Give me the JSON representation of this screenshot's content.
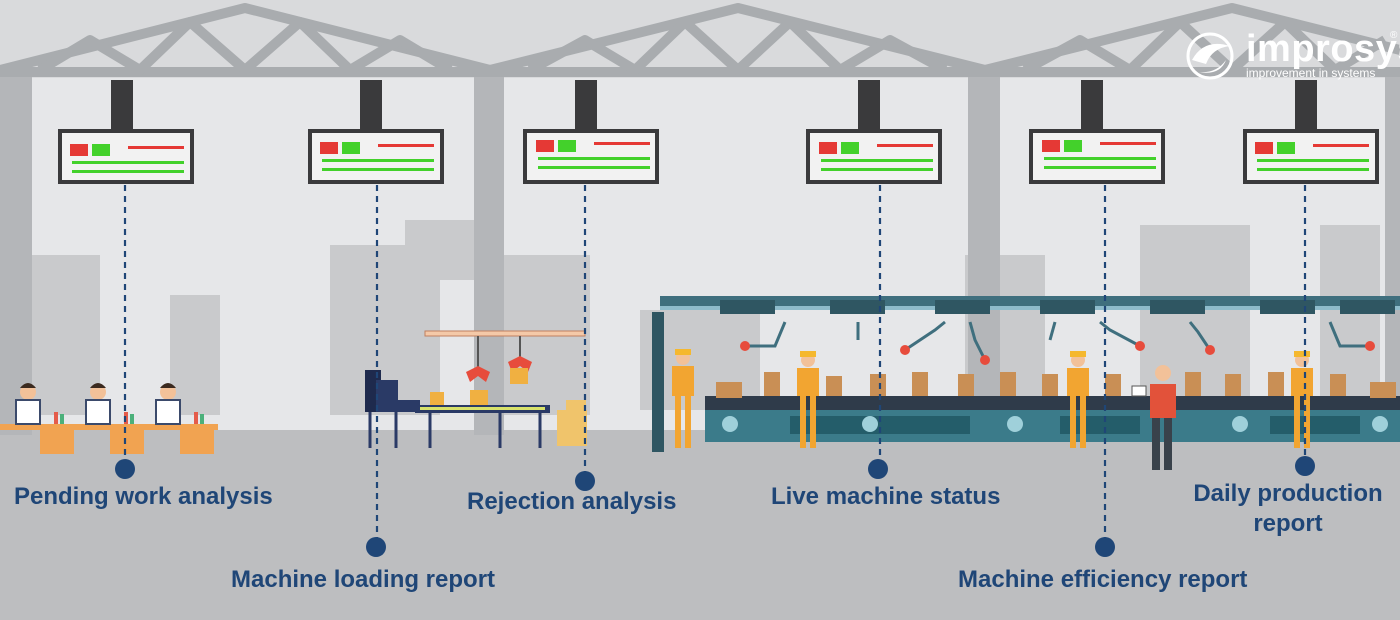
{
  "brand": {
    "name": "improsys",
    "tagline": "improvement  in systems",
    "registered_mark": "®"
  },
  "colors": {
    "label_text": "#1f4677",
    "marker": "#1f4677",
    "floor": "#bdbec0",
    "sky": "#e6e7e9",
    "truss": "#a9acaf",
    "screen_frame": "#3a3a3c",
    "screen_red": "#e53935",
    "screen_green": "#43d12b"
  },
  "labels": {
    "pending": "Pending work analysis",
    "loading": "Machine loading report",
    "rejection": "Rejection analysis",
    "live": "Live machine status",
    "efficiency": "Machine efficiency report",
    "daily_line1": "Daily production",
    "daily_line2": "report"
  }
}
